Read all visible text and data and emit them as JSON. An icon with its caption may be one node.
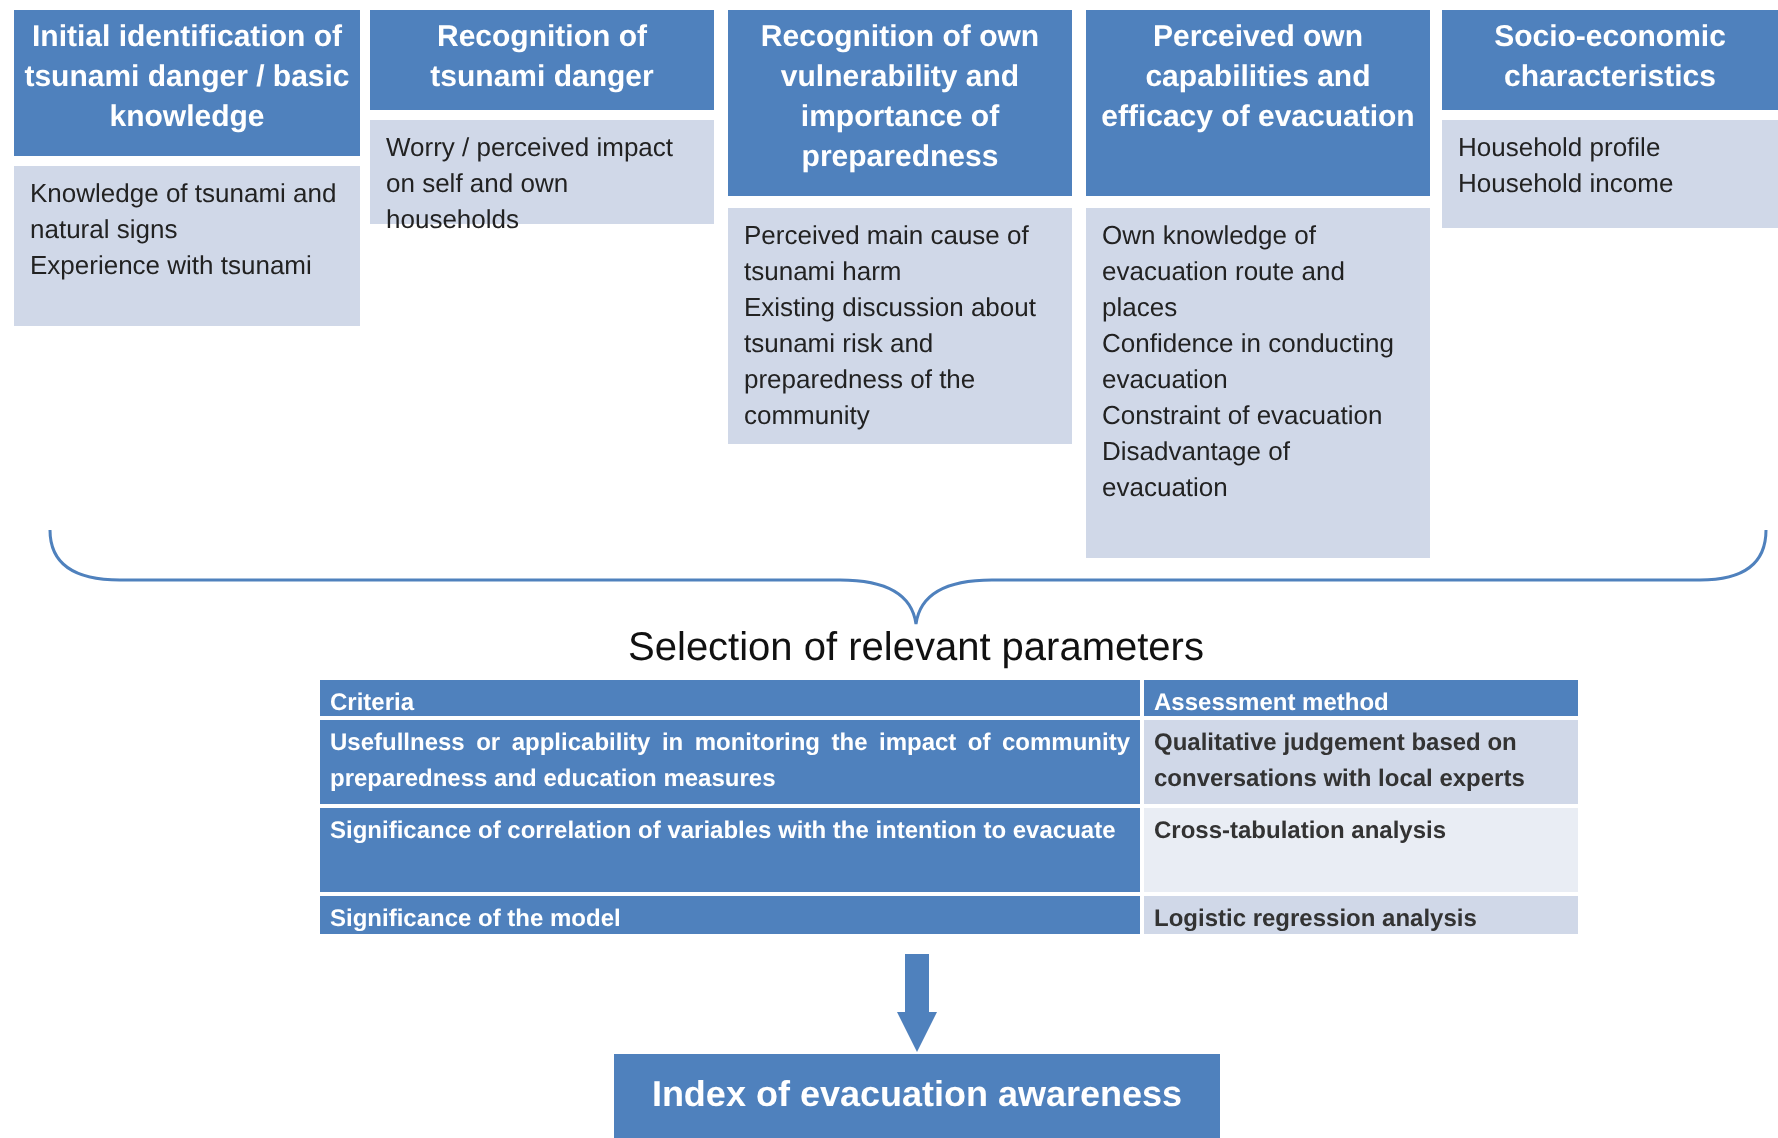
{
  "diagram": {
    "nodes": [
      {
        "text": [
          "Initial identification of tsunami danger / basic knowledge"
        ]
      },
      {
        "text": [
          "Knowledge of tsunami and natural signs",
          "Experience with tsunami"
        ]
      },
      {
        "text": [
          "Recognition of tsunami danger"
        ]
      },
      {
        "text": [
          "Worry / perceived impact on self and own households"
        ]
      },
      {
        "text": [
          "Recognition of own vulnerability and importance of preparedness"
        ]
      },
      {
        "text": [
          "Perceived main cause of tsunami harm",
          "Existing discussion about tsunami risk and preparedness of the community"
        ]
      },
      {
        "text": [
          "Perceived own capabilities and efficacy of evacuation"
        ]
      },
      {
        "text": [
          "Own knowledge of evacuation route and places",
          "Confidence in conducting evacuation",
          "Constraint of evacuation",
          "Disadvantage of evacuation"
        ]
      },
      {
        "text": [
          "Socio-economic characteristics"
        ]
      },
      {
        "text": [
          "Household profile",
          "Household income"
        ]
      },
      {
        "text": [
          "Index of evacuation awareness"
        ]
      }
    ],
    "edges": [
      {
        "from": null,
        "to": 10,
        "arrow": "to"
      }
    ],
    "labels": [
      "Selection of relevant parameters",
      "Criteria",
      "Assessment method",
      "Usefullness or applicability in monitoring the impact of community preparedness and education measures",
      "Qualitative judgement based on conversations with local experts",
      "Significance of correlation of variables with the intention to evacuate",
      "Cross-tabulation analysis",
      "Significance of the model",
      "Logistic regression analysis"
    ]
  }
}
